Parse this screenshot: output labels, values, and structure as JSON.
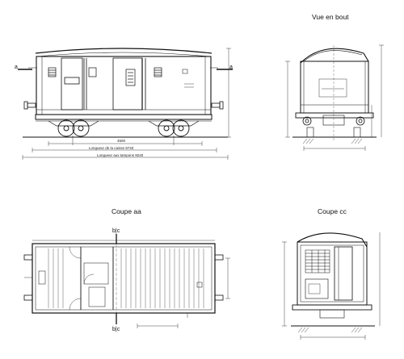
{
  "views": {
    "end_title": "Vue en bout",
    "section_aa_title": "Coupe aa",
    "section_cc_title": "Coupe cc"
  },
  "markers": {
    "a_left": "a",
    "a_right": "a",
    "bc_top": "b|c",
    "bc_bottom": "b|c"
  },
  "dimensions": {
    "buffer_length": "Longueur aux tampons 9240",
    "body_length": "Longueur de la caisse 8740",
    "wheelbase": "4500"
  }
}
